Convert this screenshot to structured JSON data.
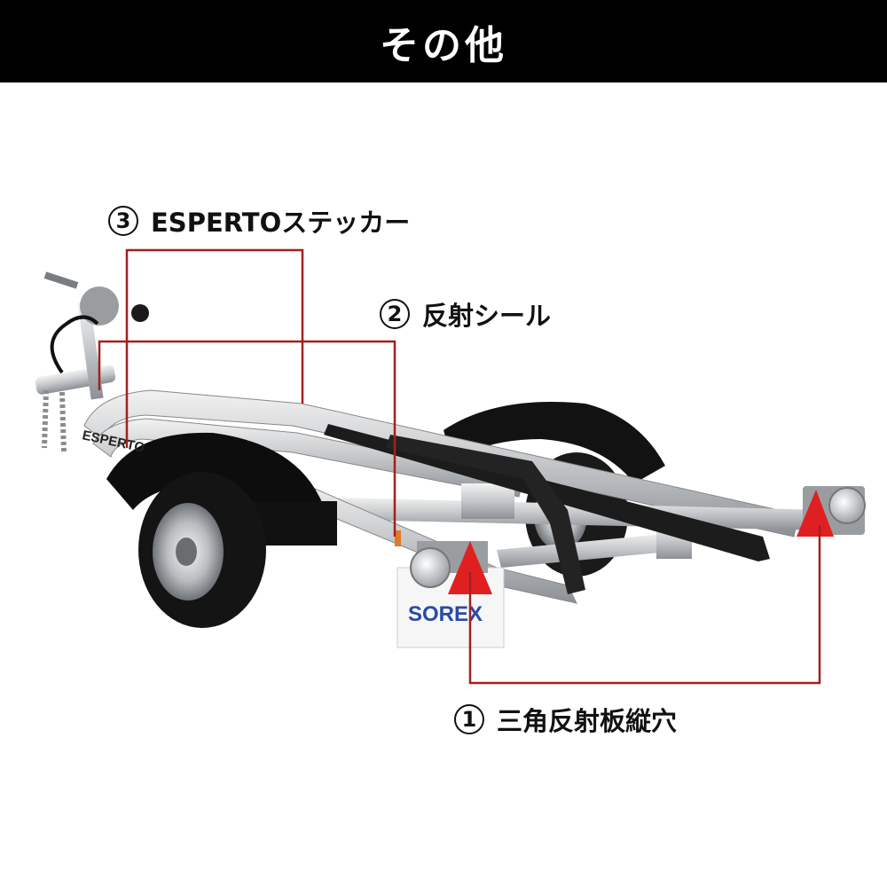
{
  "header": {
    "title": "その他"
  },
  "callouts": [
    {
      "number": "1",
      "label": "三角反射板縦穴"
    },
    {
      "number": "2",
      "label": "反射シール"
    },
    {
      "number": "3",
      "label": "ESPERTOステッカー"
    }
  ],
  "trailer": {
    "plate_text": "SOREX",
    "fender_text": "ESPERTO"
  },
  "colors": {
    "leader_line": "#a32020",
    "reflector": "#e02020",
    "header_bg": "#000000"
  }
}
